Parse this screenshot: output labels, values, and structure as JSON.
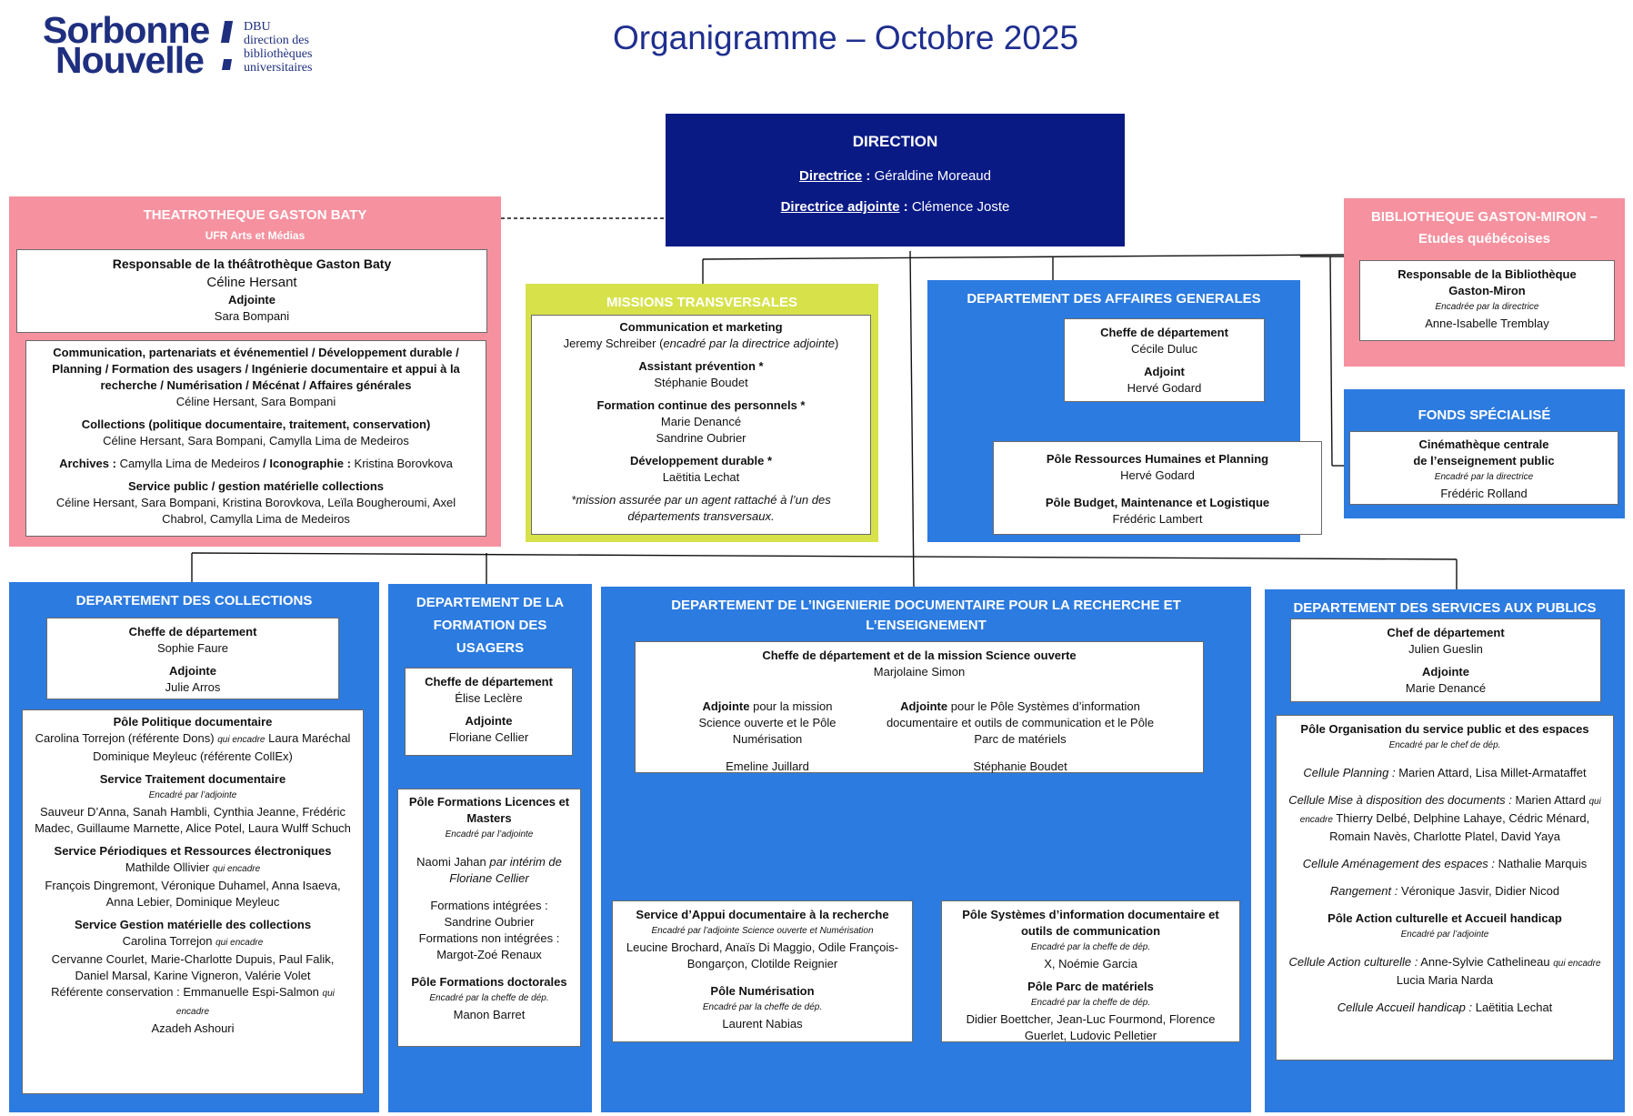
{
  "logo": {
    "line1": "Sorbonne",
    "line2": "Nouvelle",
    "sub": [
      "DBU",
      "direction des",
      "bibliothèques",
      "universitaires"
    ]
  },
  "page_title": "Organigramme – Octobre 2025",
  "direction": {
    "title": "DIRECTION",
    "directrice_label": "Directrice",
    "directrice": "Géraldine Moreaud",
    "adjointe_label": "Directrice adjointe",
    "adjointe": "Clémence Joste"
  },
  "theatrotheque": {
    "title": "THEATROTHEQUE GASTON BATY",
    "subtitle": "UFR Arts et Médias",
    "resp_label": "Responsable de la théâtrothèque Gaston Baty",
    "resp": "Céline Hersant",
    "adj_label": "Adjointe",
    "adj": "Sara Bompani",
    "comm_label": "Communication, partenariats et événementiel / Développement durable / Planning / Formation des usagers / Ingénierie documentaire et appui à la recherche / Numérisation / Mécénat / Affaires générales",
    "comm": "Céline Hersant, Sara Bompani",
    "coll_label": "Collections (politique documentaire, traitement, conservation)",
    "coll": "Céline Hersant, Sara Bompani, Camylla Lima de Medeiros",
    "archives_label": "Archives :",
    "archives": "Camylla Lima de Medeiros",
    "icono_label": "Iconographie :",
    "icono": "Kristina Borovkova",
    "sp_label": "Service public / gestion matérielle collections",
    "sp": "Céline Hersant, Sara Bompani, Kristina Borovkova, Leïla Bougheroumi, Axel Chabrol, Camylla Lima de Medeiros"
  },
  "missions": {
    "title": "MISSIONS TRANSVERSALES",
    "comm_label": "Communication et marketing",
    "comm": "Jeremy Schreiber (",
    "comm_note": "encadré par la directrice adjointe",
    "comm_close": ")",
    "prev_label": "Assistant prévention *",
    "prev": "Stéphanie Boudet",
    "form_label": "Formation continue des personnels *",
    "form1": "Marie Denancé",
    "form2": "Sandrine Oubrier",
    "dd_label": "Développement durable *",
    "dd": "Laëtitia Lechat",
    "note": "*mission assurée par un agent rattaché à l’un des départements transversaux."
  },
  "affaires": {
    "title": "DEPARTEMENT DES AFFAIRES GENERALES",
    "cheffe_label": "Cheffe de département",
    "cheffe": "Cécile Duluc",
    "adj_label": "Adjoint",
    "adj": "Hervé Godard",
    "rh_label": "Pôle Ressources Humaines et Planning",
    "rh": "Hervé Godard",
    "budget_label": "Pôle Budget, Maintenance et Logistique",
    "budget": "Frédéric Lambert"
  },
  "miron": {
    "title1": "BIBLIOTHEQUE GASTON-MIRON –",
    "title2": "Etudes québécoises",
    "resp_label1": "Responsable de la Bibliothèque",
    "resp_label2": "Gaston-Miron",
    "note": "Encadrée par la directrice",
    "resp": "Anne-Isabelle Tremblay"
  },
  "fonds": {
    "title": "FONDS SPÉCIALISÉ",
    "label1": "Cinémathèque centrale",
    "label2": "de l’enseignement public",
    "note": "Encadré par la directrice",
    "name": "Frédéric Rolland"
  },
  "collections": {
    "title": "DEPARTEMENT DES COLLECTIONS",
    "cheffe_label": "Cheffe de département",
    "cheffe": "Sophie Faure",
    "adj_label": "Adjointe",
    "adj": "Julie Arros",
    "ppd_label": "Pôle Politique documentaire",
    "ppd_a": "Carolina Torrejon (référente Dons)",
    "ppd_qui": "qui encadre",
    "ppd_b": "Laura Maréchal",
    "ppd_c": "Dominique Meyleuc (référente CollEx)",
    "std_label": "Service Traitement documentaire",
    "std_note": "Encadré par l’adjointe",
    "std": "Sauveur D’Anna, Sanah Hambli, Cynthia Jeanne, Frédéric Madec, Guillaume Marnette, Alice Potel, Laura Wulff Schuch",
    "spe_label": "Service Périodiques et Ressources électroniques",
    "spe_a": "Mathilde Ollivier",
    "spe_qui": "qui encadre",
    "spe_b": "François Dingremont, Véronique Duhamel, Anna Isaeva, Anna Lebier, Dominique Meyleuc",
    "sgm_label": "Service Gestion matérielle des collections",
    "sgm_a": "Carolina Torrejon",
    "sgm_qui": "qui encadre",
    "sgm_b": "Cervanne Courlet, Marie-Charlotte Dupuis, Paul Falik, Daniel Marsal, Karine Vigneron, Valérie Volet",
    "ref_a": "Référente conservation : Emmanuelle Espi-Salmon",
    "ref_qui": "qui encadre",
    "ref_b": "Azadeh Ashouri"
  },
  "formation": {
    "title1": "DEPARTEMENT DE LA",
    "title2": "FORMATION DES",
    "title3": "USAGERS",
    "cheffe_label": "Cheffe de département",
    "cheffe": "Élise Leclère",
    "adj_label": "Adjointe",
    "adj": "Floriane Cellier",
    "plm_label": "Pôle Formations Licences et Masters",
    "plm_note": "Encadré par l’adjointe",
    "plm_a": "Naomi Jahan",
    "plm_b": "par intérim de Floriane Cellier",
    "fi_label": "Formations intégrées :",
    "fi": "Sandrine Oubrier",
    "fni_label": "Formations non intégrées :",
    "fni": "Margot-Zoé Renaux",
    "pfd_label": "Pôle Formations doctorales",
    "pfd_note": "Encadré par la cheffe de dép.",
    "pfd": "Manon Barret"
  },
  "ingenierie": {
    "title1": "DEPARTEMENT DE L’INGENIERIE DOCUMENTAIRE POUR LA RECHERCHE ET",
    "title2": "L’ENSEIGNEMENT",
    "cheffe_label": "Cheffe de département et de la mission Science ouverte",
    "cheffe": "Marjolaine Simon",
    "adj1_label": "Adjointe",
    "adj1_text": "pour la mission Science ouverte et le Pôle Numérisation",
    "adj1": "Emeline Juillard",
    "adj2_label": "Adjointe",
    "adj2_text": "pour le Pôle Systèmes d’information documentaire et outils de communication et le Pôle Parc de matériels",
    "adj2": "Stéphanie Boudet",
    "sad_label": "Service d’Appui documentaire à la recherche",
    "sad_note": "Encadré par l’adjointe Science ouverte et Numérisation",
    "sad": "Leucine Brochard, Anaïs Di Maggio, Odile François-Bongarçon, Clotilde Reignier",
    "pnum_label": "Pôle Numérisation",
    "pnum_note": "Encadré par la cheffe de dép.",
    "pnum": "Laurent Nabias",
    "psi_label": "Pôle Systèmes d’information documentaire et outils de communication",
    "psi_note": "Encadré par la cheffe de dép.",
    "psi": "X, Noémie Garcia",
    "ppm_label": "Pôle Parc de matériels",
    "ppm_note": "Encadré par la cheffe de dép.",
    "ppm": "Didier Boettcher, Jean-Luc Fourmond, Florence Guerlet, Ludovic Pelletier"
  },
  "services": {
    "title": "DEPARTEMENT DES SERVICES AUX PUBLICS",
    "chef_label": "Chef de département",
    "chef": "Julien Gueslin",
    "adj_label": "Adjointe",
    "adj": "Marie Denancé",
    "pos_label": "Pôle Organisation du service public et des espaces",
    "pos_note": "Encadré par le chef de dép.",
    "cp_label": "Cellule Planning :",
    "cp": "Marien Attard, Lisa Millet-Armataffet",
    "cm_label": "Cellule Mise à disposition des documents :",
    "cm_a": "Marien Attard",
    "cm_qui": "qui encadre",
    "cm_b": "Thierry Delbé, Delphine Lahaye, Cédric Ménard, Romain Navès, Charlotte Platel, David Yaya",
    "ca_label": "Cellule Aménagement des espaces :",
    "ca": "Nathalie Marquis",
    "rg_label": "Rangement :",
    "rg": "Véronique Jasvir, Didier Nicod",
    "pac_label": "Pôle Action culturelle et Accueil handicap",
    "pac_note": "Encadré par l’adjointe",
    "cac_label": "Cellule Action culturelle :",
    "cac_a": "Anne-Sylvie Cathelineau",
    "cac_qui": "qui encadre",
    "cac_b": "Lucia Maria Narda",
    "cah_label": "Cellule Accueil handicap :",
    "cah": "Laëtitia Lechat"
  },
  "colors": {
    "navy": "#0a1a85",
    "blue": "#2c7be0",
    "pink": "#f6919f",
    "lime": "#d7e24b"
  }
}
